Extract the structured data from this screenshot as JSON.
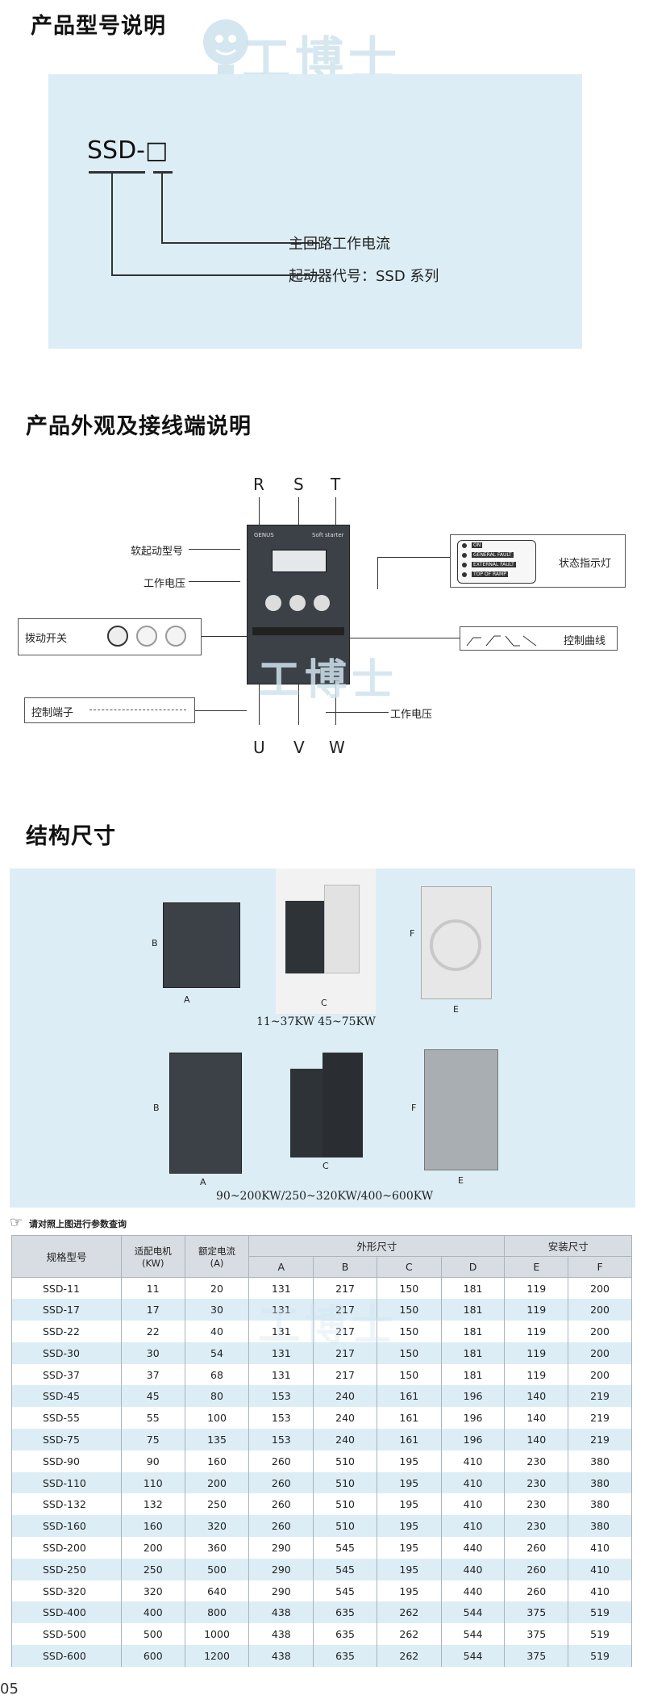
{
  "section1": {
    "title": "产品型号说明",
    "model_code": "SSD-□",
    "label_current": "主回路工作电流",
    "label_series": "起动器代号：SSD 系列"
  },
  "watermark": {
    "text": "工博士"
  },
  "section2": {
    "title": "产品外观及接线端说明",
    "terminals_top": [
      "R",
      "S",
      "T"
    ],
    "terminals_bottom": [
      "U",
      "V",
      "W"
    ],
    "callouts": {
      "soft_start_model": "软起动型号",
      "working_voltage_top": "工作电压",
      "dial_switch": "拨动开关",
      "control_terminal": "控制端子",
      "status_light": "状态指示灯",
      "control_curve": "控制曲线",
      "working_voltage_bottom": "工作电压"
    },
    "status_panel_items": [
      "ON",
      "GENERAL FAULT",
      "EXTERNAL FAULT",
      "TOP OF RAMP"
    ],
    "device_brand": "GENUS",
    "device_label": "Soft starter"
  },
  "section3": {
    "title": "结构尺寸",
    "caption_row1": "11~37KW 45~75KW",
    "caption_row2": "90~200KW/250~320KW/400~600KW",
    "dim_letters": {
      "a": "A",
      "b": "B",
      "c": "C",
      "d": "D",
      "e": "E",
      "f": "F"
    },
    "note": "请对照上图进行参数查询"
  },
  "table": {
    "header": {
      "model": "规格型号",
      "motor": "适配电机\n(KW)",
      "current": "额定电流\n(A)",
      "outline": "外形尺寸",
      "install": "安装尺寸",
      "sub": [
        "A",
        "B",
        "C",
        "D",
        "E",
        "F"
      ]
    },
    "rows": [
      [
        "SSD-11",
        "11",
        "20",
        "131",
        "217",
        "150",
        "181",
        "119",
        "200"
      ],
      [
        "SSD-17",
        "17",
        "30",
        "131",
        "217",
        "150",
        "181",
        "119",
        "200"
      ],
      [
        "SSD-22",
        "22",
        "40",
        "131",
        "217",
        "150",
        "181",
        "119",
        "200"
      ],
      [
        "SSD-30",
        "30",
        "54",
        "131",
        "217",
        "150",
        "181",
        "119",
        "200"
      ],
      [
        "SSD-37",
        "37",
        "68",
        "131",
        "217",
        "150",
        "181",
        "119",
        "200"
      ],
      [
        "SSD-45",
        "45",
        "80",
        "153",
        "240",
        "161",
        "196",
        "140",
        "219"
      ],
      [
        "SSD-55",
        "55",
        "100",
        "153",
        "240",
        "161",
        "196",
        "140",
        "219"
      ],
      [
        "SSD-75",
        "75",
        "135",
        "153",
        "240",
        "161",
        "196",
        "140",
        "219"
      ],
      [
        "SSD-90",
        "90",
        "160",
        "260",
        "510",
        "195",
        "410",
        "230",
        "380"
      ],
      [
        "SSD-110",
        "110",
        "200",
        "260",
        "510",
        "195",
        "410",
        "230",
        "380"
      ],
      [
        "SSD-132",
        "132",
        "250",
        "260",
        "510",
        "195",
        "410",
        "230",
        "380"
      ],
      [
        "SSD-160",
        "160",
        "320",
        "260",
        "510",
        "195",
        "410",
        "230",
        "380"
      ],
      [
        "SSD-200",
        "200",
        "360",
        "290",
        "545",
        "195",
        "440",
        "260",
        "410"
      ],
      [
        "SSD-250",
        "250",
        "500",
        "290",
        "545",
        "195",
        "440",
        "260",
        "410"
      ],
      [
        "SSD-320",
        "320",
        "640",
        "290",
        "545",
        "195",
        "440",
        "260",
        "410"
      ],
      [
        "SSD-400",
        "400",
        "800",
        "438",
        "635",
        "262",
        "544",
        "375",
        "519"
      ],
      [
        "SSD-500",
        "500",
        "1000",
        "438",
        "635",
        "262",
        "544",
        "375",
        "519"
      ],
      [
        "SSD-600",
        "600",
        "1200",
        "438",
        "635",
        "262",
        "544",
        "375",
        "519"
      ]
    ]
  },
  "page_number": "05"
}
